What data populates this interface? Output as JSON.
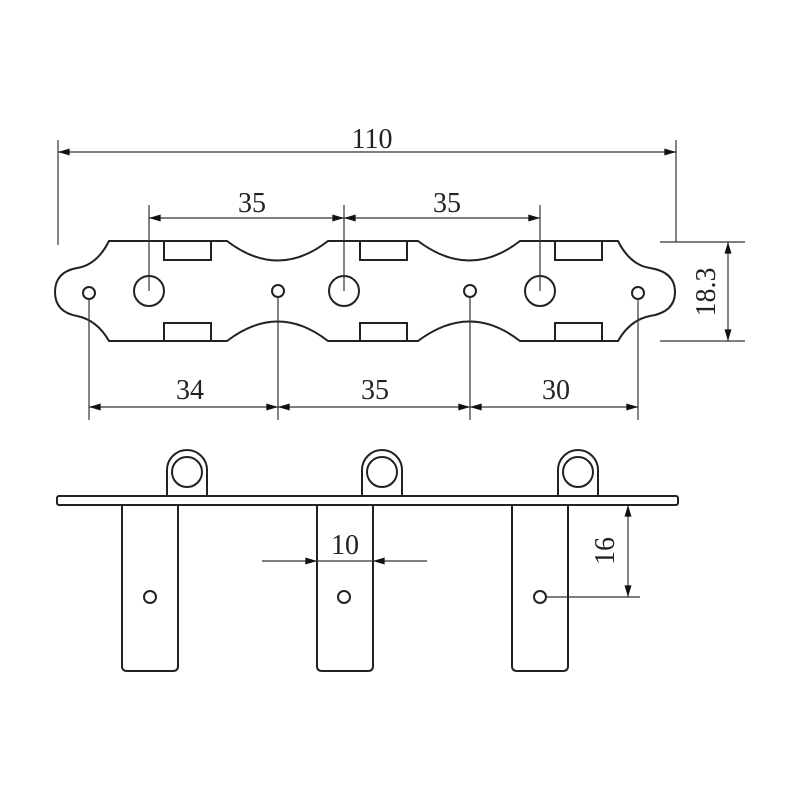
{
  "drawing": {
    "dimensions": {
      "overall_length": "110",
      "post_spacing_1": "35",
      "post_spacing_2": "35",
      "screw_spacing_1": "34",
      "screw_spacing_2": "35",
      "screw_spacing_3": "30",
      "plate_width": "18.3",
      "leg_width": "10",
      "leg_hole_depth": "16"
    }
  }
}
